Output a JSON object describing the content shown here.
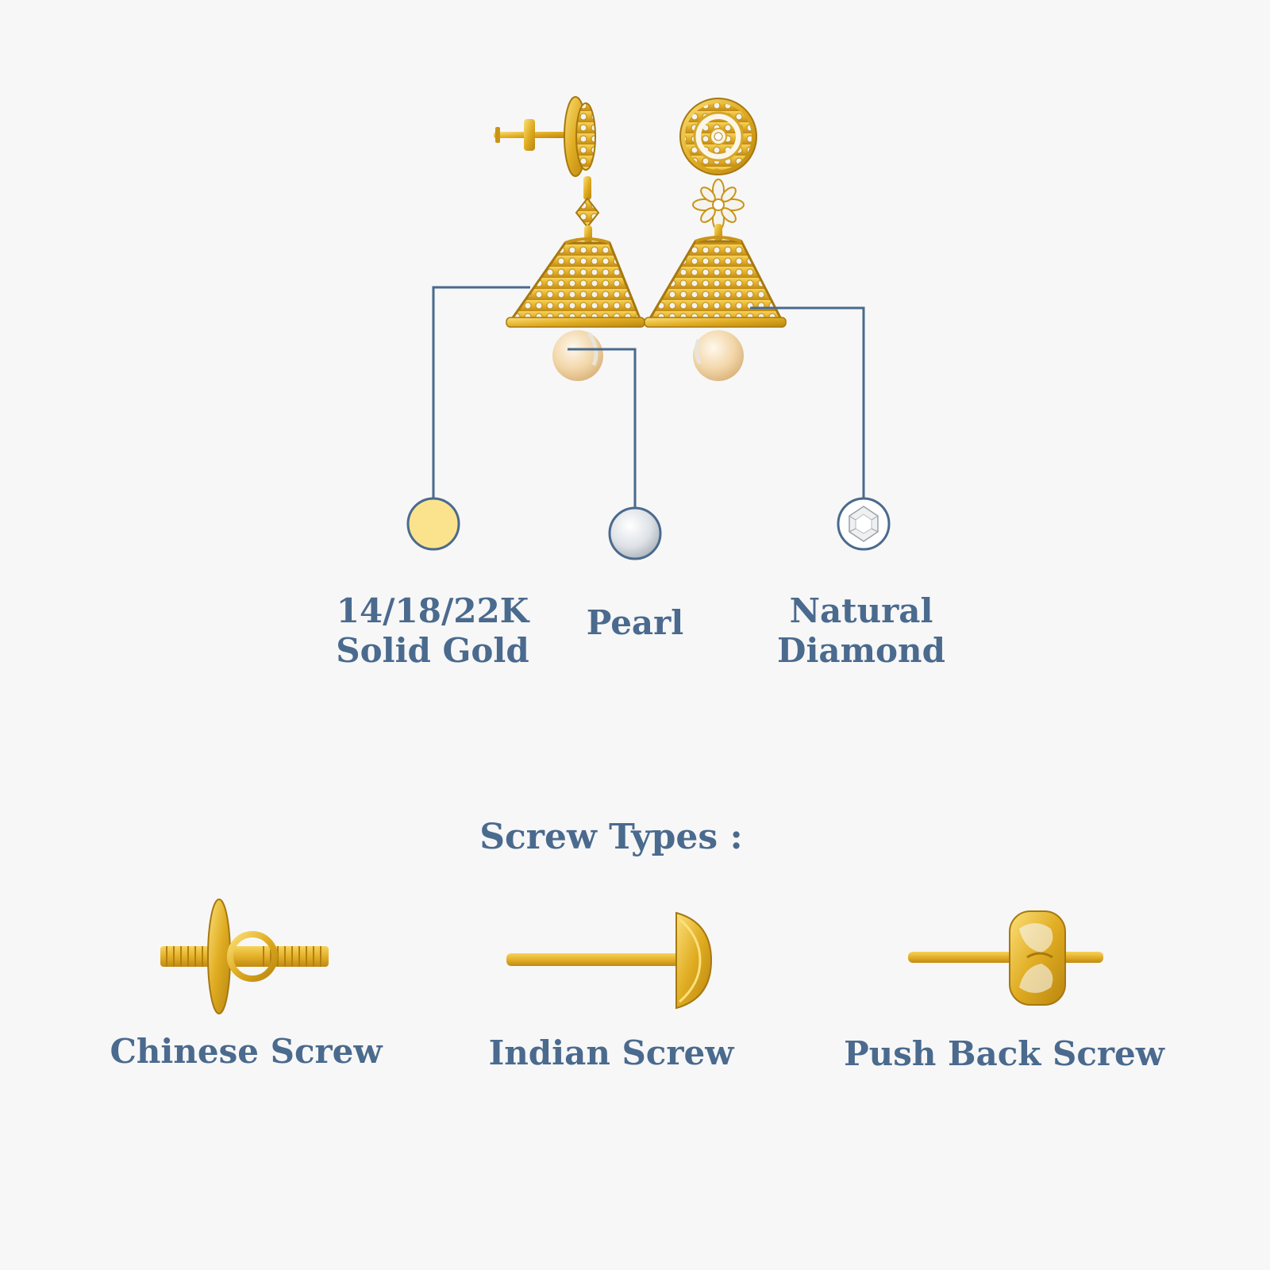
{
  "materials": {
    "gold": {
      "line1": "14/18/22K",
      "line2": "Solid Gold",
      "swatch_color": "#fbe38e"
    },
    "pearl": {
      "label": "Pearl",
      "swatch_color": "#cfd3d8"
    },
    "diamond": {
      "line1": "Natural",
      "line2": "Diamond",
      "swatch_color": "#ffffff"
    }
  },
  "screws": {
    "title": "Screw Types :",
    "items": [
      {
        "label": "Chinese Screw",
        "icon": "chinese-screw-icon"
      },
      {
        "label": "Indian Screw",
        "icon": "indian-screw-icon"
      },
      {
        "label": "Push Back Screw",
        "icon": "push-back-screw-icon"
      }
    ]
  },
  "colors": {
    "text": "#4a6a8e",
    "leader_line": "#4a6a8e",
    "gold": "#d9a520",
    "background": "#f7f7f7"
  }
}
